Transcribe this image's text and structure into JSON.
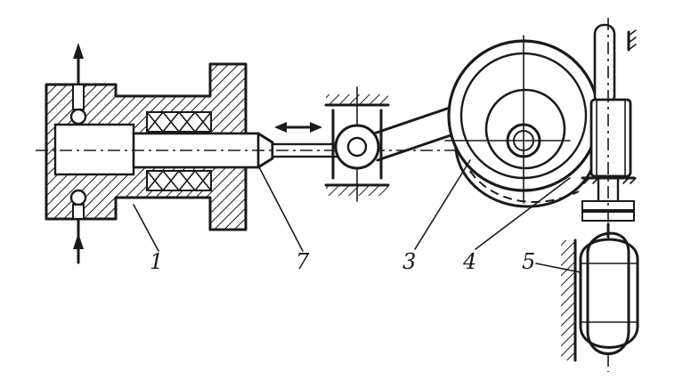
{
  "diagram": {
    "labels": [
      "1",
      "7",
      "3",
      "4",
      "5"
    ]
  }
}
